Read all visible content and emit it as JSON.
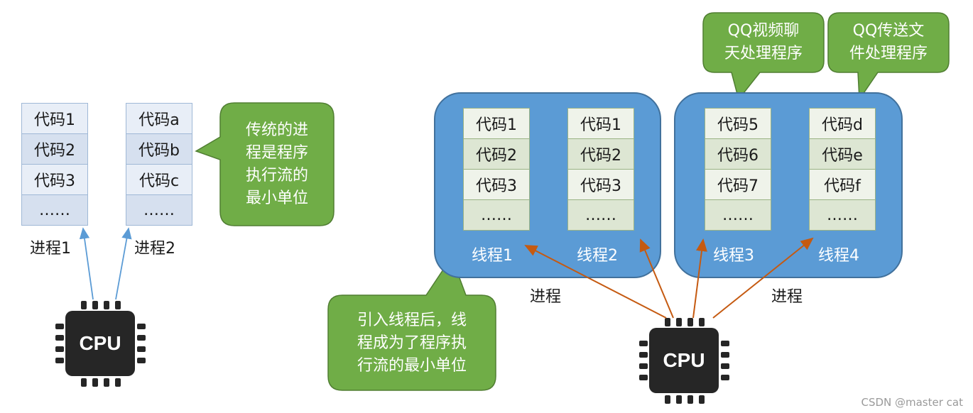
{
  "left": {
    "process1": {
      "cells": [
        "代码1",
        "代码2",
        "代码3",
        "……"
      ],
      "label": "进程1"
    },
    "process2": {
      "cells": [
        "代码a",
        "代码b",
        "代码c",
        "……"
      ],
      "label": "进程2"
    },
    "callout": "传统的进程是程序执行流的最小单位",
    "callout_lines": [
      "传统的进",
      "程是程序",
      "执行流的",
      "最小单位"
    ],
    "cpu_label": "CPU"
  },
  "right": {
    "process_a": {
      "label": "进程",
      "threads": [
        {
          "cells": [
            "代码1",
            "代码2",
            "代码3",
            "……"
          ],
          "label": "线程1"
        },
        {
          "cells": [
            "代码1",
            "代码2",
            "代码3",
            "……"
          ],
          "label": "线程2"
        }
      ]
    },
    "process_b": {
      "label": "进程",
      "threads": [
        {
          "cells": [
            "代码5",
            "代码6",
            "代码7",
            "……"
          ],
          "label": "线程3"
        },
        {
          "cells": [
            "代码d",
            "代码e",
            "代码f",
            "……"
          ],
          "label": "线程4"
        }
      ]
    },
    "callout_qq_video": [
      "QQ视频聊",
      "天处理程序"
    ],
    "callout_qq_file": [
      "QQ传送文",
      "件处理程序"
    ],
    "callout_thread": [
      "引入线程后，线",
      "程成为了程序执",
      "行流的最小单位"
    ],
    "cpu_label": "CPU"
  },
  "colors": {
    "process_fill": "#5b9bd5",
    "callout_fill": "#70ad47",
    "arrow_blue": "#5b9bd5",
    "arrow_orange": "#c55a11",
    "cpu_chip": "#262626"
  },
  "watermark": "CSDN @master cat"
}
